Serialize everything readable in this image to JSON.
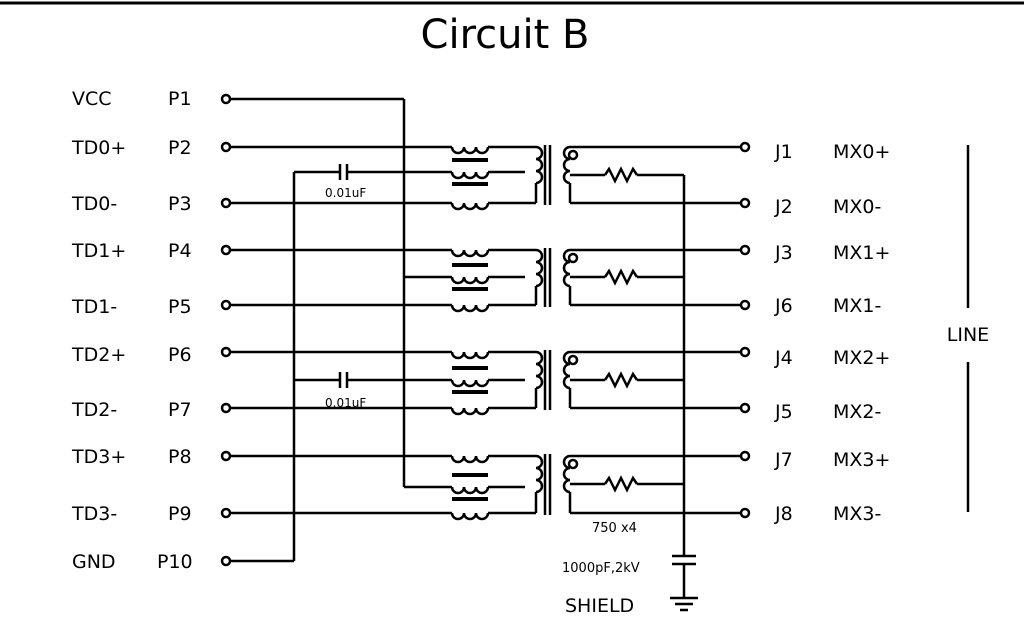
{
  "title": "Circuit B",
  "left_signals": [
    "VCC",
    "TD0+",
    "TD0-",
    "TD1+",
    "TD1-",
    "TD2+",
    "TD2-",
    "TD3+",
    "TD3-",
    "GND"
  ],
  "left_pins": [
    "P1",
    "P2",
    "P3",
    "P4",
    "P5",
    "P6",
    "P7",
    "P8",
    "P9",
    "P10"
  ],
  "right_jacks": [
    "J1",
    "J2",
    "J3",
    "J6",
    "J4",
    "J5",
    "J7",
    "J8"
  ],
  "right_signals": [
    "MX0+",
    "MX0-",
    "MX1+",
    "MX1-",
    "MX2+",
    "MX2-",
    "MX3+",
    "MX3-"
  ],
  "line_label": "LINE",
  "cap1_label": "0.01uF",
  "cap2_label": "0.01uF",
  "resistor_label": "750 x4",
  "shield_cap_label": "1000pF,2kV",
  "shield_label": "SHIELD"
}
